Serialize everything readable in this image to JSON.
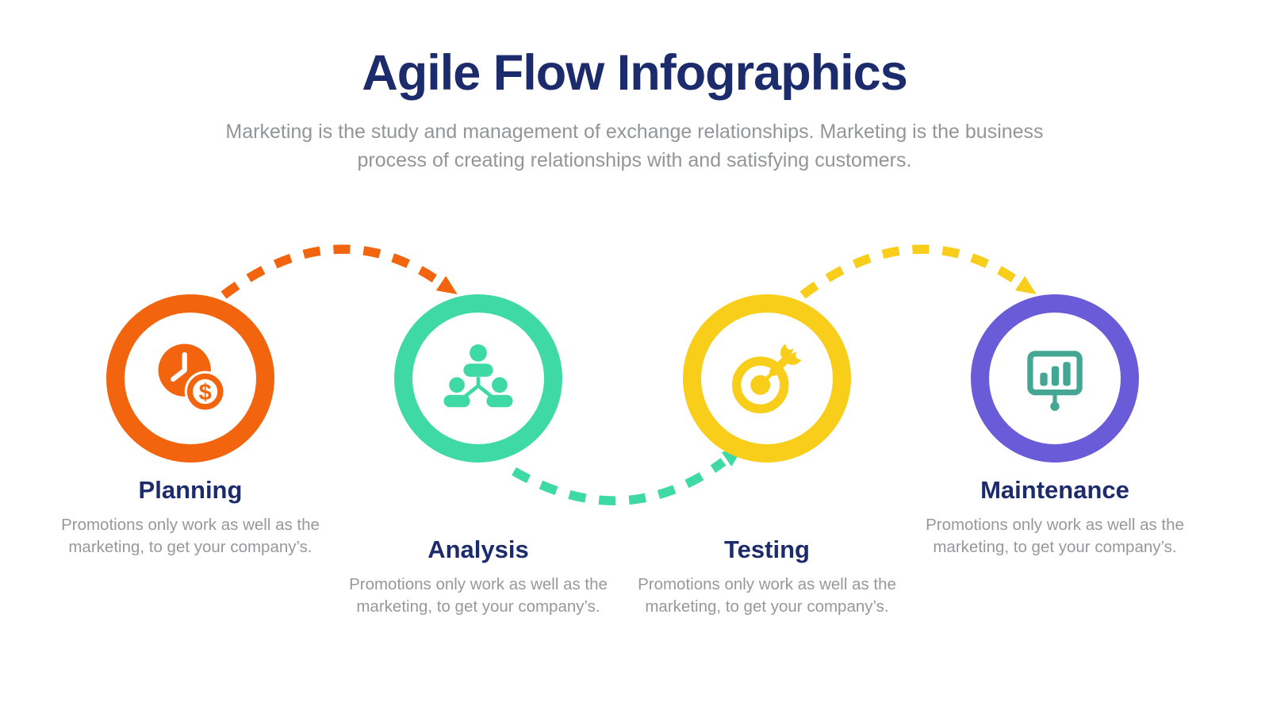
{
  "header": {
    "title": "Agile Flow Infographics",
    "subtitle_line1": "Marketing is the study and management of exchange relationships. Marketing is the business",
    "subtitle_line2": "process of creating relationships with and satisfying customers."
  },
  "steps": [
    {
      "id": "planning",
      "label": "Planning",
      "description": "Promotions only work as well as the marketing, to get your company’s.",
      "color": "#F2640D",
      "icon": "clock-dollar-icon",
      "icon_color": "#F2640D",
      "icon_dollar_glyph": "$"
    },
    {
      "id": "analysis",
      "label": "Analysis",
      "description": "Promotions only work as well as the marketing, to get your company’s.",
      "color": "#3FD9A5",
      "icon": "team-hierarchy-icon",
      "icon_color": "#3FD9A5"
    },
    {
      "id": "testing",
      "label": "Testing",
      "description": "Promotions only work as well as the marketing, to get your company’s.",
      "color": "#F8CE1B",
      "icon": "target-dart-icon",
      "icon_color": "#F8CE1B"
    },
    {
      "id": "maintenance",
      "label": "Maintenance",
      "description": "Promotions only work as well as the marketing, to get your company’s.",
      "color": "#6A5BD8",
      "icon": "presentation-chart-icon",
      "icon_color": "#45A793"
    }
  ],
  "arrows": [
    {
      "from": "planning",
      "to": "analysis",
      "style": "dashed-arc-over",
      "color": "#F2640D"
    },
    {
      "from": "analysis",
      "to": "testing",
      "style": "dashed-arc-under",
      "color": "#3FD9A5"
    },
    {
      "from": "testing",
      "to": "maintenance",
      "style": "dashed-arc-over",
      "color": "#F8CE1B"
    }
  ],
  "colors": {
    "heading_text": "#1C2B6B",
    "body_text": "#97989B",
    "background": "#FFFFFF"
  }
}
